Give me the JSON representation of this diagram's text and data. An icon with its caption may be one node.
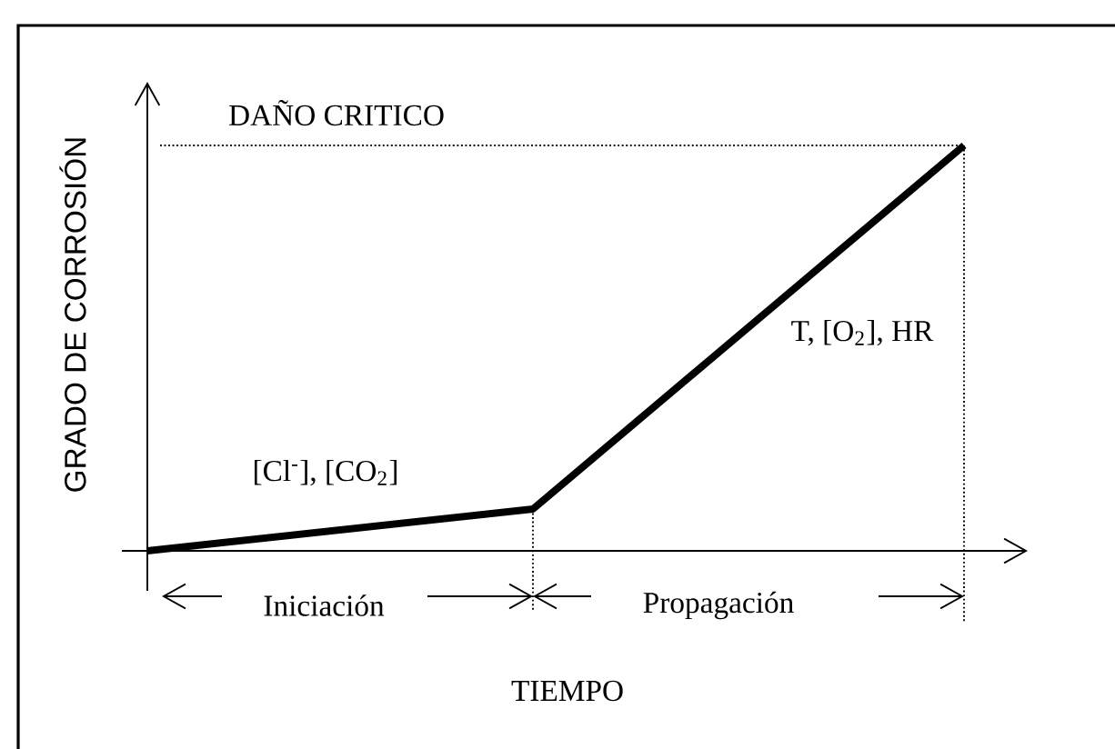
{
  "diagram": {
    "labels": [
      "GRADO DE CORROSIÓN",
      "DAÑO CRITICO",
      "[Cl$^{-}$], [CO$_{2}$]",
      "T, [O$_{2}$], HR",
      "Iniciación",
      "Propagación",
      "TIEMPO"
    ]
  }
}
